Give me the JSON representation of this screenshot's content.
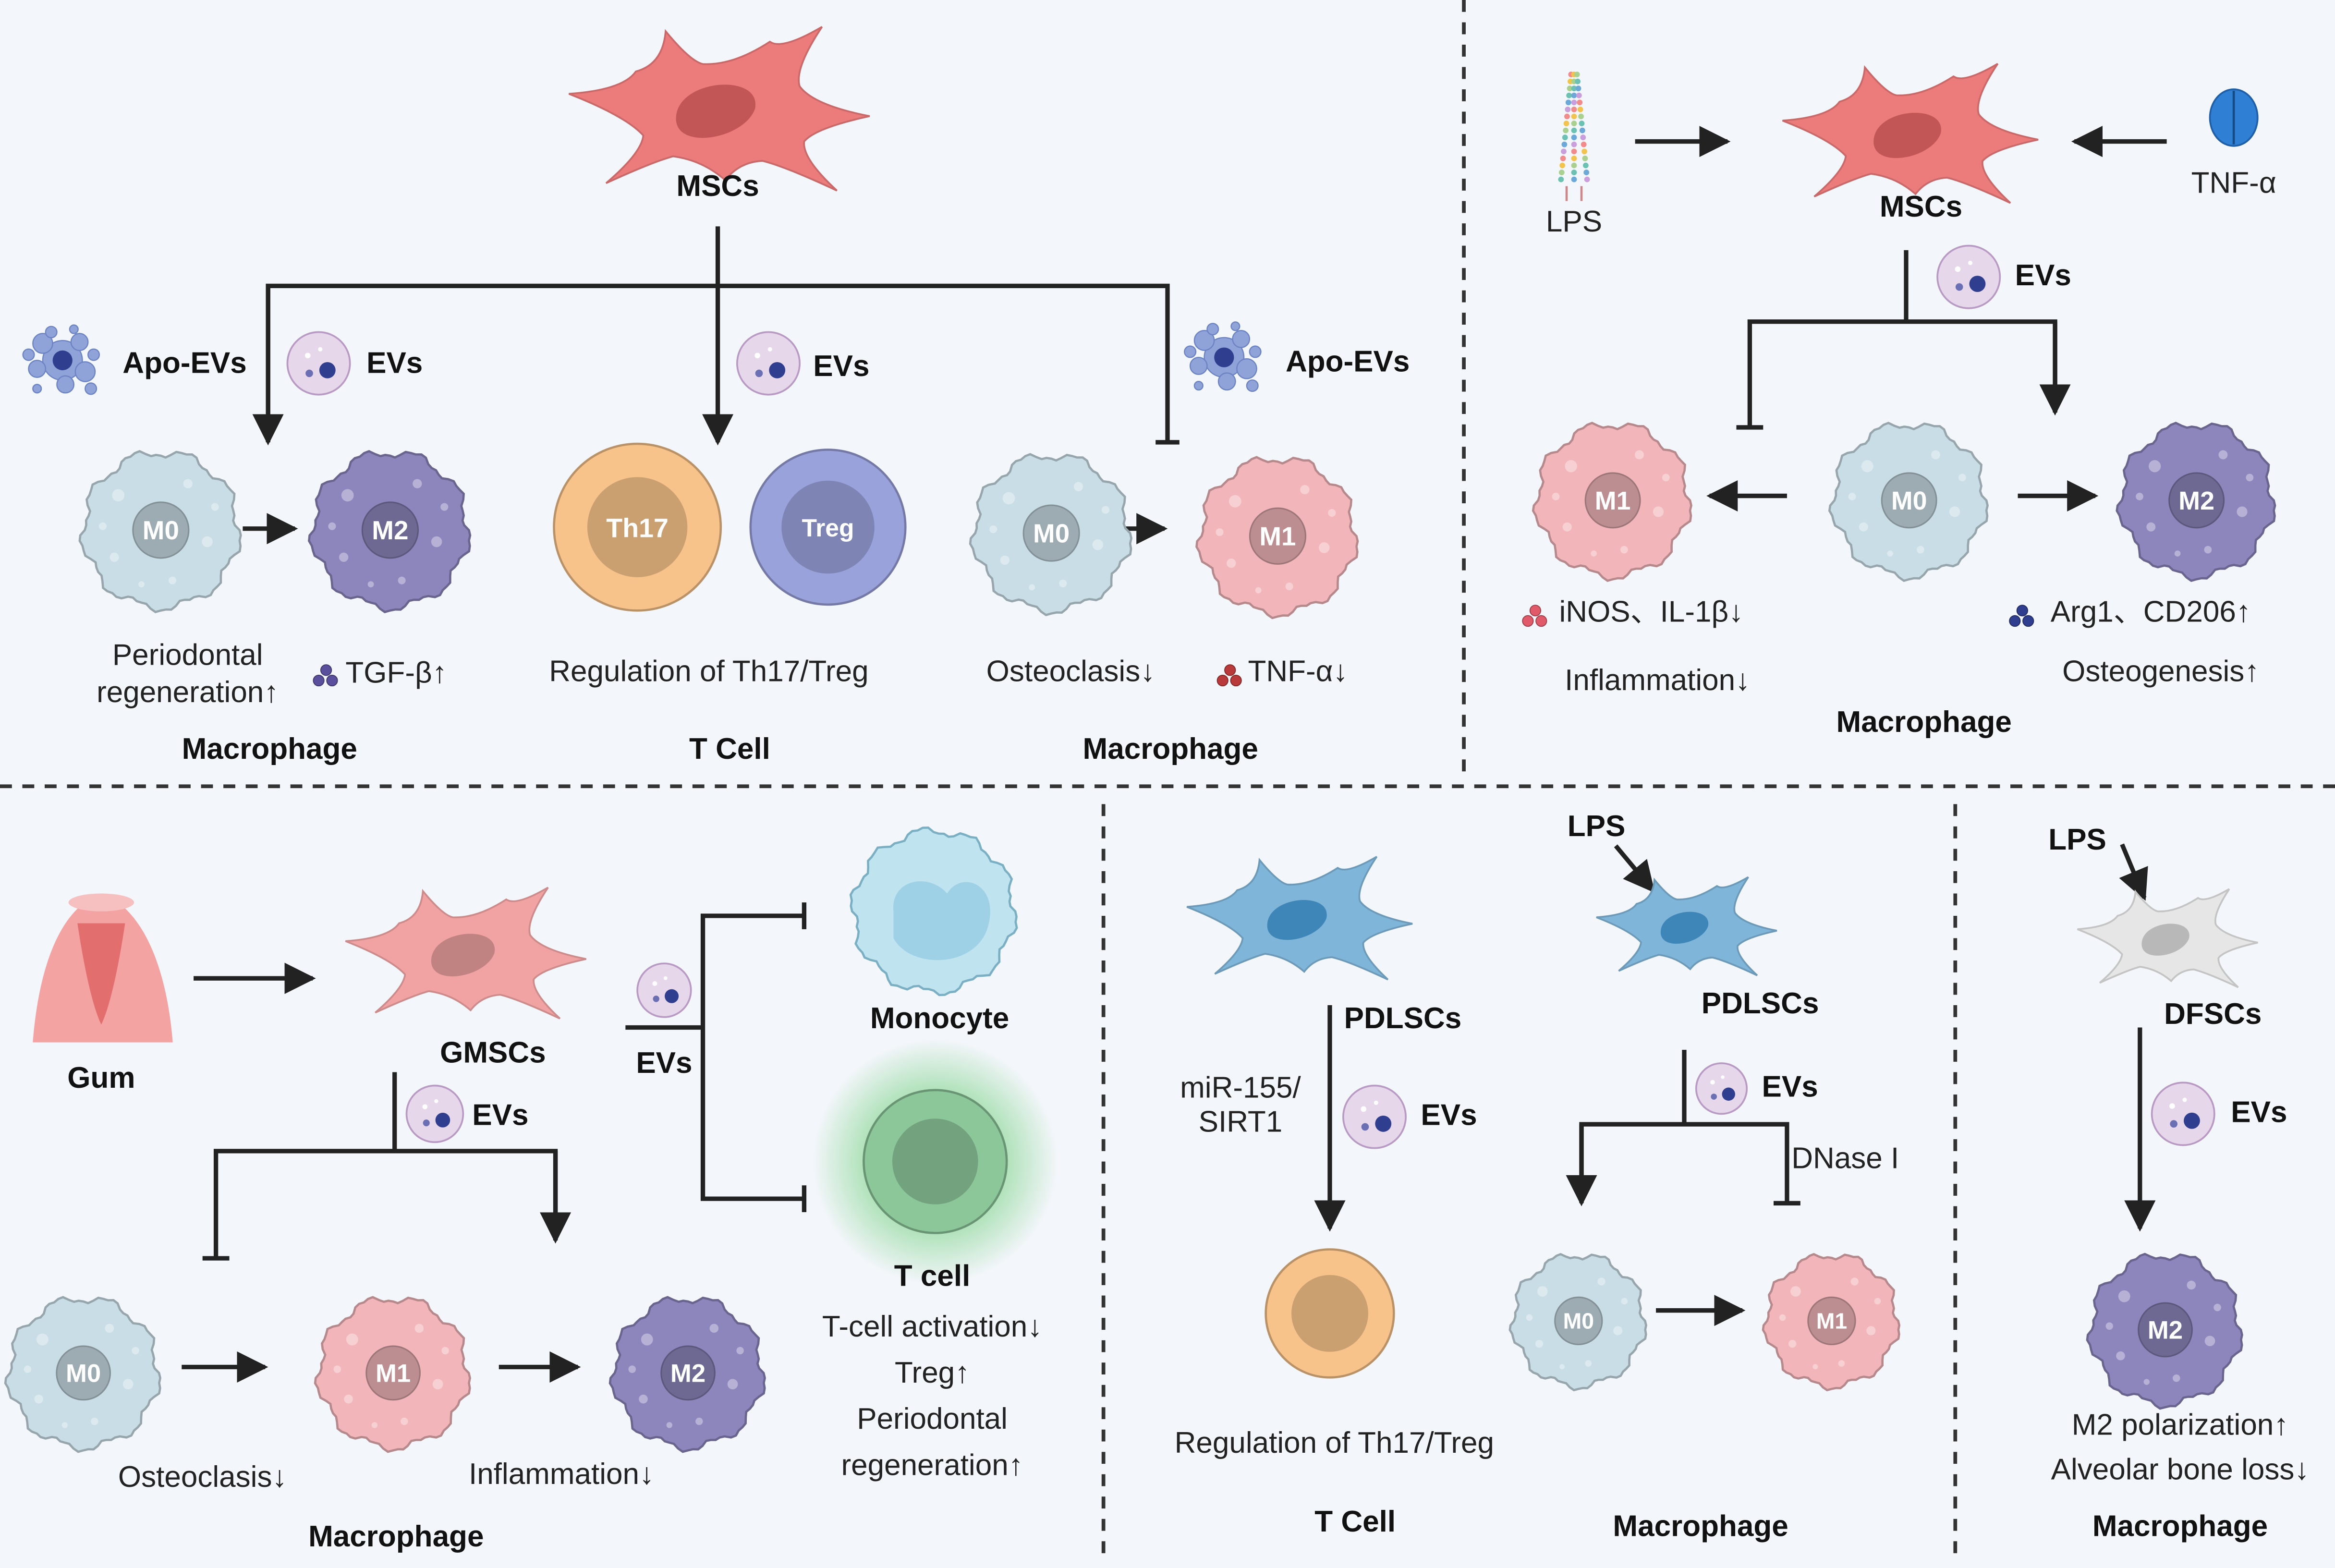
{
  "colors": {
    "background": "#f3f6fa",
    "msc": "#ec7b7b",
    "msc_nucleus": "#c25656",
    "pdlsc": "#7fb5d9",
    "pdlsc_nucleus": "#3f86b8",
    "dfsc": "#e6e6e6",
    "gmsc": "#f1a3a3",
    "m0": "#c9dde6",
    "m1": "#f2b6ba",
    "m2": "#8d86bd",
    "th17": "#f7c38a",
    "treg": "#9aa2dc",
    "tcell": "#8cc79a",
    "monocyte": "#bfe3ef",
    "ev_vesicle": "#e6d8ea",
    "apo_ev": "#8fa3d8",
    "gum": "#f4a3a3"
  },
  "icons": {
    "msc": "mesenchymal-stem-cell-icon",
    "ev": "extracellular-vesicle-icon",
    "apo_ev": "apoptotic-vesicle-icon",
    "macrophage": "macrophage-icon",
    "lps": "lipopolysaccharide-icon",
    "tnf": "tnf-alpha-protein-icon",
    "gum": "gum-tissue-icon",
    "monocyte": "monocyte-icon",
    "t_cell": "t-cell-icon",
    "cytokine_dots": "cytokine-dots-icon"
  },
  "panel1": {
    "msc_label": "MSCs",
    "left": {
      "apo_label": "Apo-EVs",
      "ev_label": "EVs",
      "m0": "M0",
      "m2": "M2",
      "outcome_1": "Periodontal",
      "outcome_2": "regeneration↑",
      "marker": "TGF-β↑",
      "category": "Macrophage"
    },
    "middle": {
      "ev_label": "EVs",
      "th17": "Th17",
      "treg": "Treg",
      "outcome": "Regulation of Th17/Treg",
      "category": "T Cell"
    },
    "right": {
      "apo_label": "Apo-EVs",
      "m0": "M0",
      "m1": "M1",
      "outcome": "Osteoclasis↓",
      "marker": "TNF-α↓",
      "category": "Macrophage"
    }
  },
  "panel2": {
    "lps": "LPS",
    "tnf": "TNF-α",
    "msc_label": "MSCs",
    "ev_label": "EVs",
    "m1": "M1",
    "m0": "M0",
    "m2": "M2",
    "m1_marker": "iNOS、IL-1β↓",
    "m1_outcome": "Inflammation↓",
    "m2_marker": "Arg1、CD206↑",
    "m2_outcome": "Osteogenesis↑",
    "category": "Macrophage"
  },
  "panel3": {
    "gum": "Gum",
    "gmsc": "GMSCs",
    "ev_label": "EVs",
    "ev_label_right": "EVs",
    "m0": "M0",
    "m1": "M1",
    "m2": "M2",
    "osteoclasis": "Osteoclasis↓",
    "inflammation": "Inflammation↓",
    "category": "Macrophage",
    "monocyte": "Monocyte",
    "tcell": "T cell",
    "tcell_1": "T-cell activation↓",
    "tcell_2": "Treg↑",
    "tcell_3": "Periodontal",
    "tcell_4": "regeneration↑"
  },
  "panel4": {
    "pdlsc_left": "PDLSCs",
    "mirna": "miR-155/\nSIRT1",
    "ev_left": "EVs",
    "th_outcome": "Regulation of Th17/Treg",
    "tcell_category": "T Cell",
    "lps": "LPS",
    "pdlsc_right": "PDLSCs",
    "ev_right": "EVs",
    "dnase": "DNase I",
    "m0": "M0",
    "m1": "M1",
    "macro_category": "Macrophage"
  },
  "panel5": {
    "lps": "LPS",
    "dfsc": "DFSCs",
    "ev_label": "EVs",
    "m2": "M2",
    "outcome_1": "M2 polarization↑",
    "outcome_2": "Alveolar bone loss↓",
    "category": "Macrophage"
  }
}
